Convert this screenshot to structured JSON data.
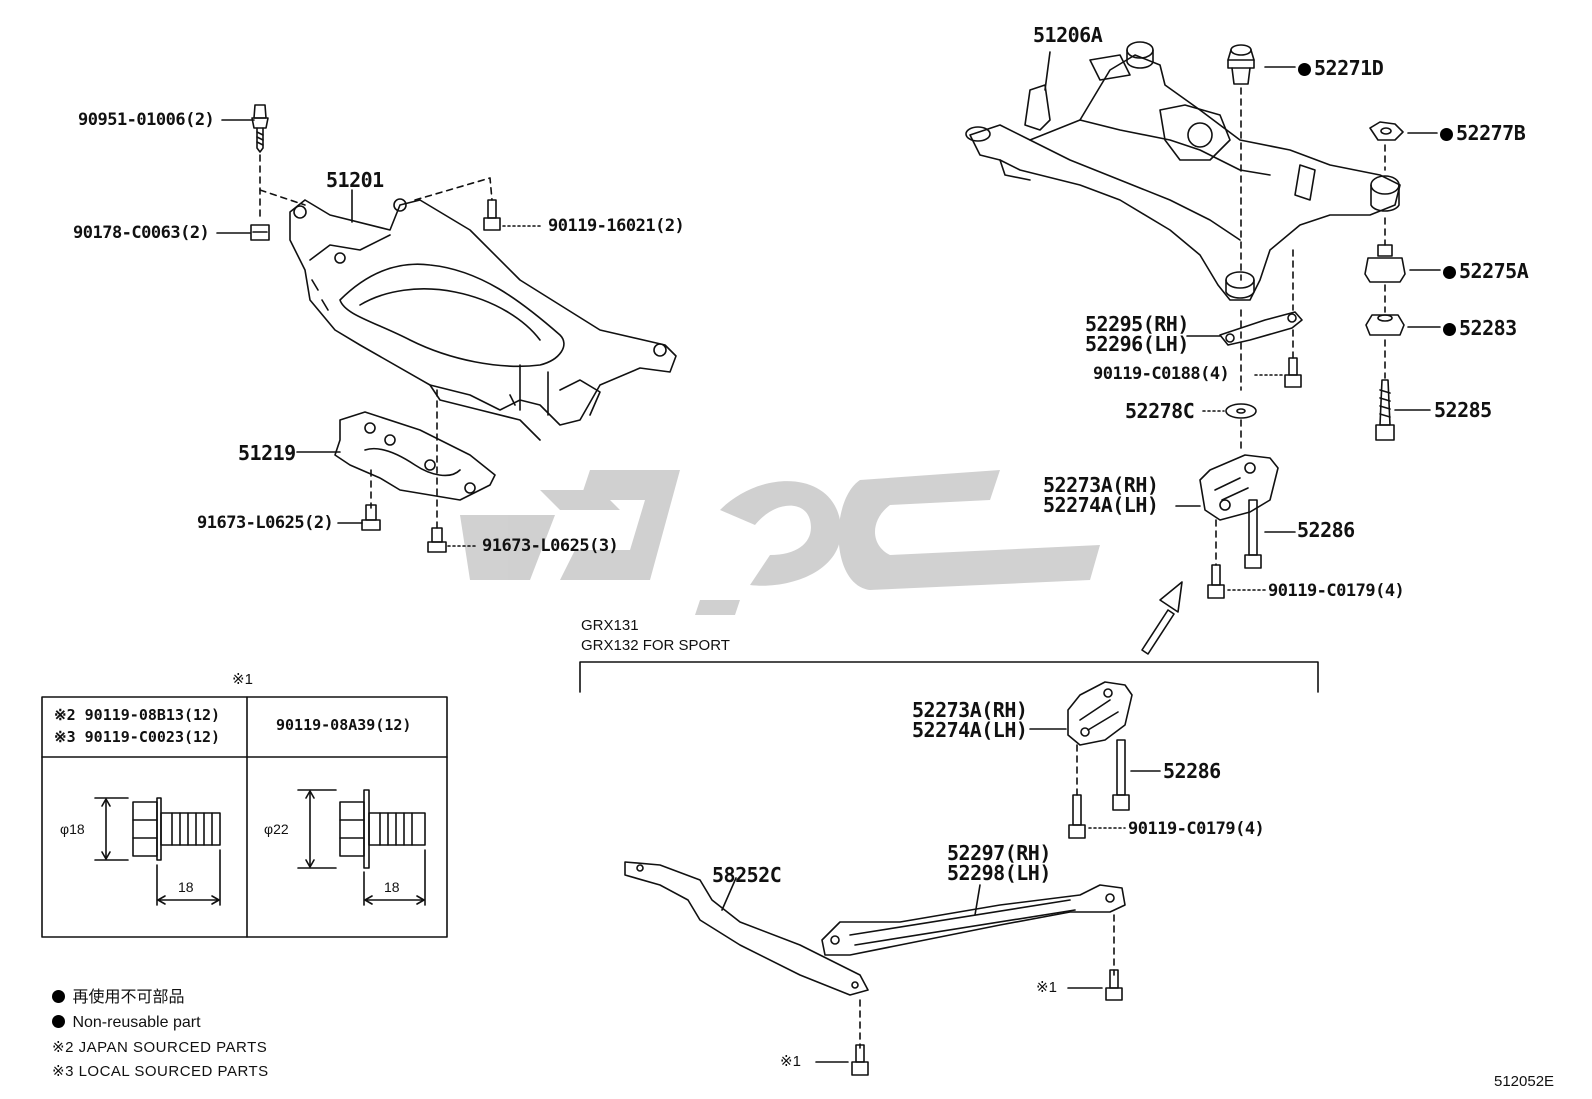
{
  "labels": {
    "p90951": "90951-01006(2)",
    "p90178": "90178-C0063(2)",
    "p51201": "51201",
    "p90119_16021": "90119-16021(2)",
    "p51219": "51219",
    "p91673a": "91673-L0625(2)",
    "p91673b": "91673-L0625(3)",
    "p51206A": "51206A",
    "p52271D": "52271D",
    "p52277B": "52277B",
    "p52275A": "52275A",
    "p52283": "52283",
    "p52285": "52285",
    "p52295": "52295(RH)",
    "p52296": "52296(LH)",
    "p90119_C0188": "90119-C0188(4)",
    "p52278C": "52278C",
    "p52273A_1": "52273A(RH)",
    "p52274A_1": "52274A(LH)",
    "p52286_1": "52286",
    "p90119_C0179_1": "90119-C0179(4)",
    "p52273A_2": "52273A(RH)",
    "p52274A_2": "52274A(LH)",
    "p52286_2": "52286",
    "p90119_C0179_2": "90119-C0179(4)",
    "p52297": "52297(RH)",
    "p52298": "52298(LH)",
    "p58252C": "58252C",
    "ref1_a": "※1",
    "ref1_b": "※1",
    "ref1_table": "※1"
  },
  "variant": {
    "line1": "GRX131",
    "line2": "GRX132 FOR SPORT"
  },
  "table": {
    "col1_row1": "※2 90119-08B13(12)",
    "col1_row2": "※3 90119-C0023(12)",
    "col2": "90119-08A39(12)",
    "dia1": "φ18",
    "len1": "18",
    "dia2": "φ22",
    "len2": "18"
  },
  "legend": {
    "jp": "再使用不可部品",
    "en": "Non-reusable part",
    "note2": "※2 JAPAN SOURCED PARTS",
    "note3": "※3 LOCAL SOURCED PARTS"
  },
  "figure_code": "512052E",
  "colors": {
    "ink": "#111111",
    "watermark": "#c8c8c8"
  }
}
